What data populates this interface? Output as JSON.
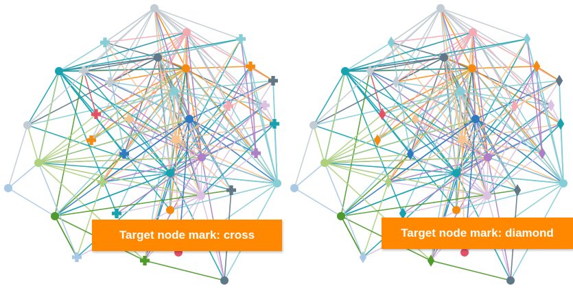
{
  "panels": [
    {
      "id": "left",
      "target_mark": "cross",
      "label": "Target node mark: cross"
    },
    {
      "id": "right",
      "target_mark": "diamond",
      "label": "Target node mark: diamond"
    }
  ],
  "palette": {
    "label_background": "#ff8800",
    "label_text": "#ffffff"
  },
  "graph": {
    "nodes": [
      {
        "id": "n0",
        "color": "#c2ccd3",
        "target": false
      },
      {
        "id": "n1",
        "color": "#f5a9b2",
        "target": false
      },
      {
        "id": "n2",
        "color": "#86cdd6",
        "target": true
      },
      {
        "id": "n3",
        "color": "#86cdd6",
        "target": true
      },
      {
        "id": "n4",
        "color": "#5f7787",
        "target": false
      },
      {
        "id": "n5",
        "color": "#17a2b0",
        "target": false
      },
      {
        "id": "n6",
        "color": "#c2ccd3",
        "target": true
      },
      {
        "id": "n7",
        "color": "#f58a0f",
        "target": false
      },
      {
        "id": "n8",
        "color": "#f58a0f",
        "target": true
      },
      {
        "id": "n9",
        "color": "#5f7787",
        "target": true
      },
      {
        "id": "n10",
        "color": "#c2ccd3",
        "target": true
      },
      {
        "id": "n11",
        "color": "#86cdd6",
        "target": false
      },
      {
        "id": "n12",
        "color": "#e45166",
        "target": true
      },
      {
        "id": "n13",
        "color": "#f9c48f",
        "target": true
      },
      {
        "id": "n14",
        "color": "#2f79c1",
        "target": false
      },
      {
        "id": "n15",
        "color": "#f5a9b2",
        "target": true
      },
      {
        "id": "n16",
        "color": "#dcc1e2",
        "target": true
      },
      {
        "id": "n17",
        "color": "#17a2b0",
        "target": true
      },
      {
        "id": "n18",
        "color": "#c2ccd3",
        "target": false
      },
      {
        "id": "n19",
        "color": "#f58a0f",
        "target": true
      },
      {
        "id": "n20",
        "color": "#f9c48f",
        "target": false
      },
      {
        "id": "n21",
        "color": "#2f79c1",
        "target": true
      },
      {
        "id": "n22",
        "color": "#ad7fc6",
        "target": false
      },
      {
        "id": "n23",
        "color": "#ad7fc6",
        "target": true
      },
      {
        "id": "n24",
        "color": "#aed17e",
        "target": false
      },
      {
        "id": "n25",
        "color": "#17a2b0",
        "target": false
      },
      {
        "id": "n26",
        "color": "#aed17e",
        "target": true
      },
      {
        "id": "n27",
        "color": "#a8c8e6",
        "target": false
      },
      {
        "id": "n28",
        "color": "#86cdd6",
        "target": false
      },
      {
        "id": "n29",
        "color": "#dcc1e2",
        "target": false
      },
      {
        "id": "n30",
        "color": "#5f7787",
        "target": true
      },
      {
        "id": "n31",
        "color": "#4e9a2b",
        "target": false
      },
      {
        "id": "n32",
        "color": "#17a2b0",
        "target": true
      },
      {
        "id": "n33",
        "color": "#f58a0f",
        "target": false
      },
      {
        "id": "n34",
        "color": "#a8c8e6",
        "target": true
      },
      {
        "id": "n35",
        "color": "#4e9a2b",
        "target": true
      },
      {
        "id": "n36",
        "color": "#e45166",
        "target": false
      },
      {
        "id": "n37",
        "color": "#5f7787",
        "target": false
      }
    ]
  }
}
